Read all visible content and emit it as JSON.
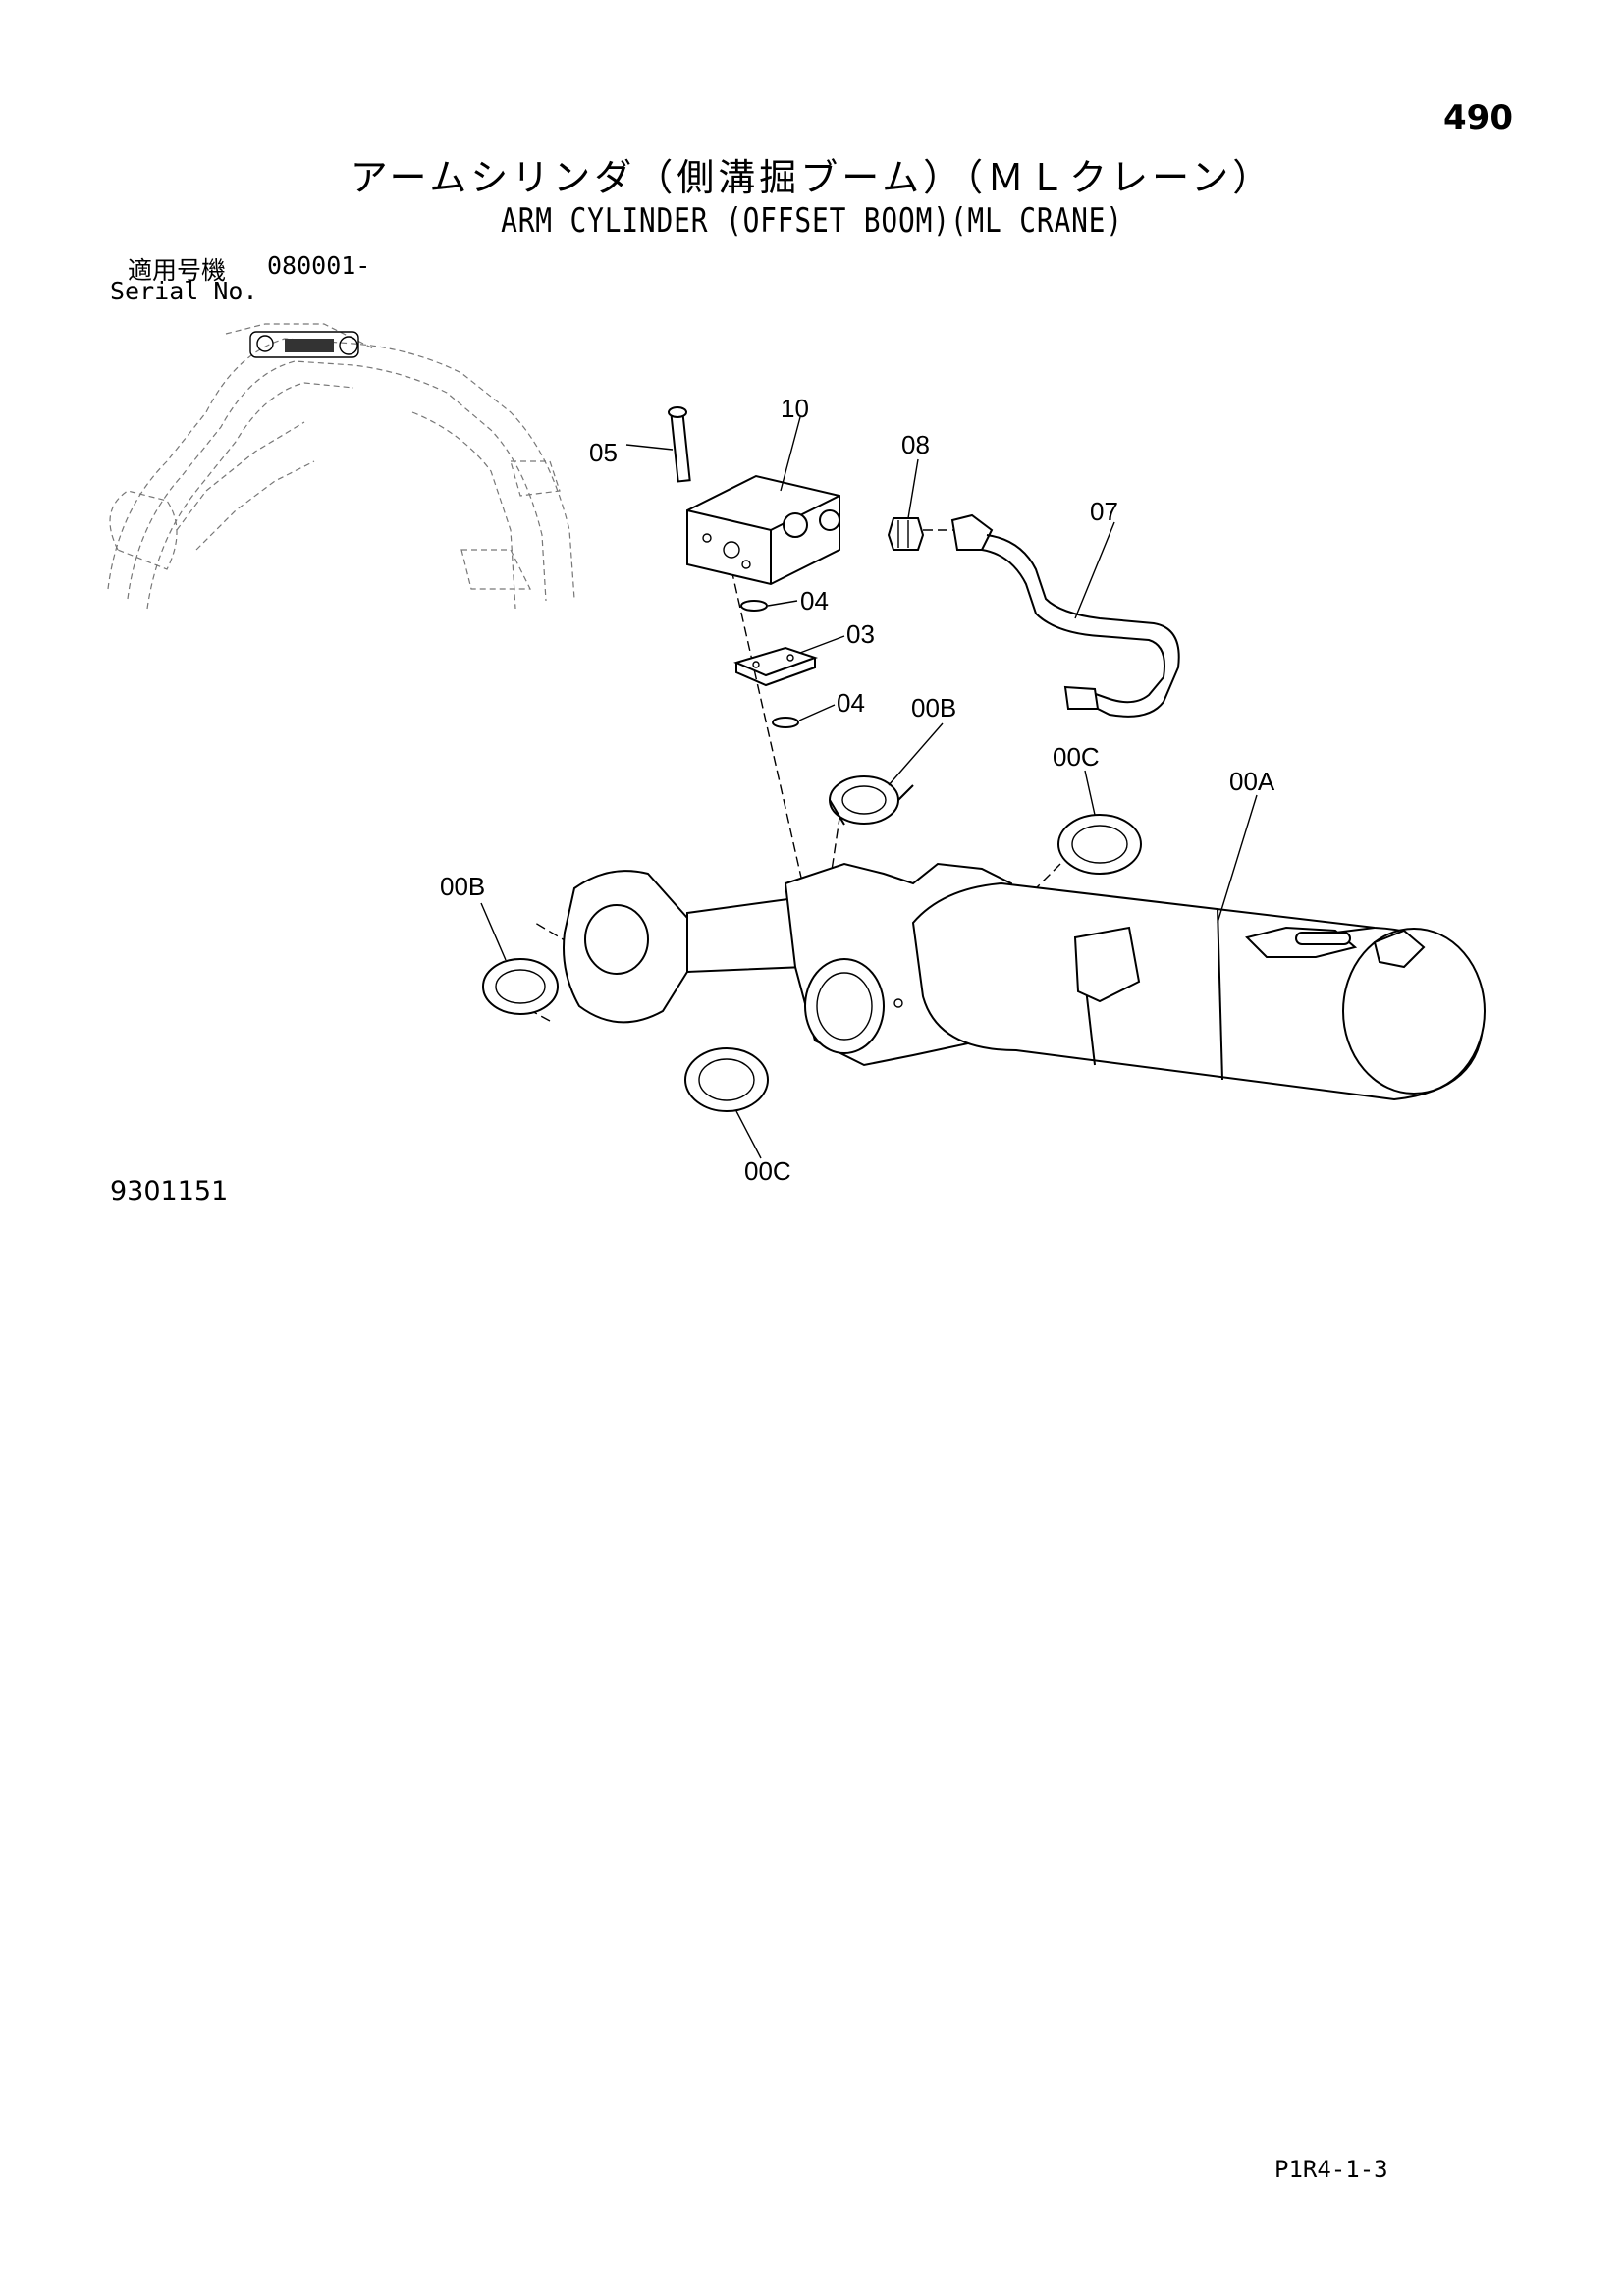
{
  "page": {
    "number": "490",
    "title_jp": "アームシリンダ（側溝掘ブーム）（ＭＬクレーン）",
    "title_en": "ARM CYLINDER (OFFSET BOOM)(ML CRANE)",
    "serial_label_jp": "適用号機",
    "serial_code": "080001-",
    "serial_label_en": "Serial No.",
    "figure_number": "9301151",
    "page_reference": "P1R4-1-3"
  },
  "callouts": {
    "c05": "05",
    "c10": "10",
    "c08": "08",
    "c07": "07",
    "c04a": "04",
    "c03": "03",
    "c04b": "04",
    "c00b_top": "00B",
    "c00c_top": "00C",
    "c00a": "00A",
    "c00b_left": "00B",
    "c00c_bottom": "00C"
  },
  "icons": {
    "overview": "excavator-overview-icon",
    "main": "arm-cylinder-exploded-icon"
  }
}
